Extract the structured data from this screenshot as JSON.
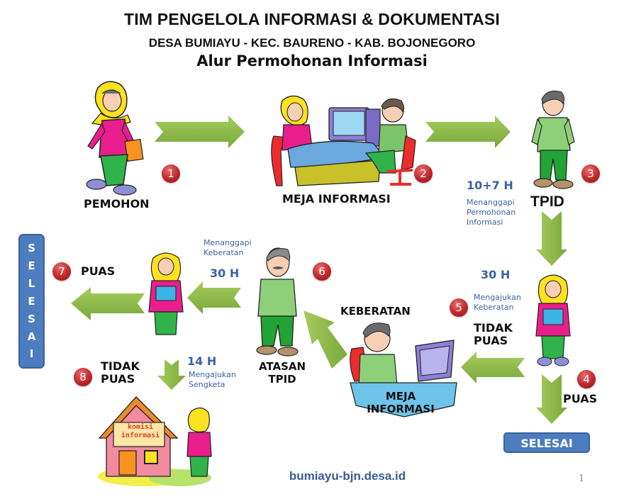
{
  "header": {
    "title": "TIM PENGELOLA INFORMASI & DOKUMENTASI",
    "subtitle": "DESA BUMIAYU - KEC. BAURENO - KAB. BOJONEGORO",
    "heading": "Alur Permohonan Informasi"
  },
  "colors": {
    "arrow_green": "#8dba45",
    "badge_red": "#c0262a",
    "accent_blue": "#3b62a3",
    "selesai_box": "#4d7cbf"
  },
  "steps": [
    {
      "number": "1",
      "label": "PEMOHON",
      "icon": "applicant-woman-icon"
    },
    {
      "number": "2",
      "label": "MEJA INFORMASI",
      "icon": "information-desk-icon"
    },
    {
      "number": "3",
      "label": "TPID",
      "icon": "officer-man-icon",
      "duration": "10+7 H",
      "note": [
        "Menanggapi",
        "Permohonan",
        "Informasi"
      ]
    },
    {
      "number": "4",
      "label": "PUAS"
    },
    {
      "number": "5",
      "label_lines": [
        "TIDAK",
        "PUAS"
      ],
      "duration": "30 H",
      "note": [
        "Mengajukan",
        "Keberatan"
      ]
    },
    {
      "number": "6",
      "label_lines": [
        "ATASAN",
        "TPID"
      ],
      "duration": "30 H",
      "note": [
        "Menanggapi",
        "Keberatan"
      ]
    },
    {
      "number": "7",
      "label": "PUAS"
    },
    {
      "number": "8",
      "label_lines": [
        "TIDAK",
        "PUAS"
      ],
      "duration": "14 H",
      "note": [
        "Mengajukan",
        "Sengketa"
      ]
    }
  ],
  "keberatan_label": "KEBERATAN",
  "meja_informasi_2": [
    "MEJA",
    "INFORMASI"
  ],
  "komisi_sign": [
    "komisi",
    "informasi"
  ],
  "selesai_vertical": [
    "S",
    "E",
    "L",
    "E",
    "S",
    "A",
    "I"
  ],
  "selesai_horizontal": "SELESAI",
  "footer": {
    "url": "bumiayu-bjn.desa.id",
    "page_number": "1"
  }
}
